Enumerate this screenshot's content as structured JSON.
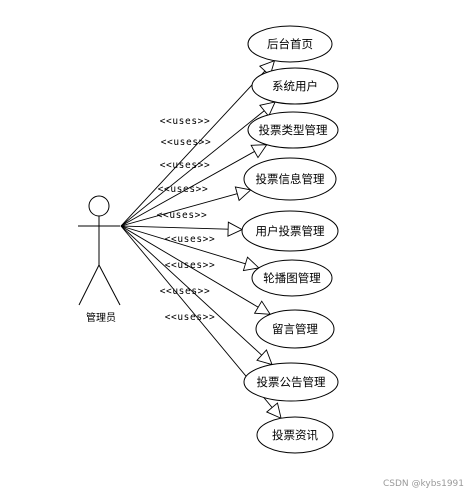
{
  "actor": {
    "label": "管理员"
  },
  "relation_label": "<<uses>>",
  "use_cases": [
    {
      "label": "后台首页"
    },
    {
      "label": "系统用户"
    },
    {
      "label": "投票类型管理"
    },
    {
      "label": "投票信息管理"
    },
    {
      "label": "用户投票管理"
    },
    {
      "label": "轮播图管理"
    },
    {
      "label": "留言管理"
    },
    {
      "label": "投票公告管理"
    },
    {
      "label": "投票资讯"
    }
  ],
  "uses_labels": [
    "<<uses>>",
    "<<uses>>",
    "<<uses>>",
    "<<uses>>",
    "<<uses>>",
    "<<uses>>",
    "<<uses>>",
    "<<uses>>",
    "<<uses>>"
  ],
  "watermark": "CSDN @kybs1991"
}
